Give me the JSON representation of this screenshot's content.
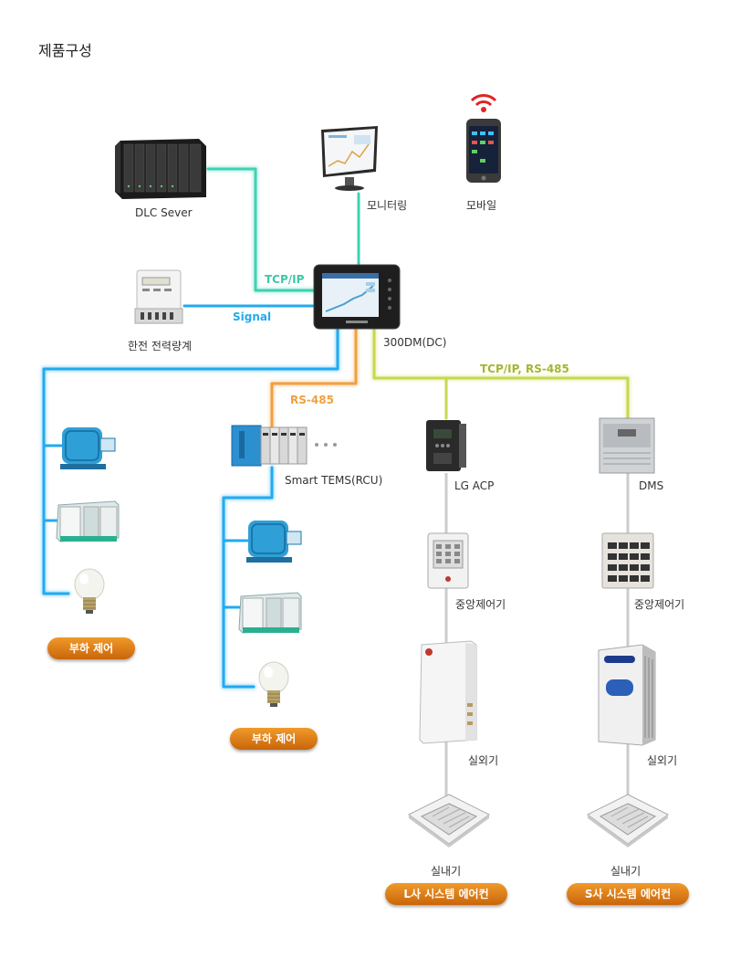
{
  "title": "제품구성",
  "nodes": {
    "dlc_server": "DLC Sever",
    "monitoring": "모니터링",
    "mobile": "모바일",
    "power_meter": "한전 전력량계",
    "controller": "300DM(DC)",
    "smart_tems": "Smart TEMS(RCU)",
    "lg_acp": "LG ACP",
    "dms": "DMS",
    "central_control_left": "중앙제어기",
    "central_control_right": "중앙제어기",
    "outdoor_left": "실외기",
    "outdoor_right": "실외기",
    "indoor_left": "실내기",
    "indoor_right": "실내기"
  },
  "connections": {
    "tcpip": "TCP/IP",
    "signal": "Signal",
    "rs485": "RS-485",
    "tcpip_rs485": "TCP/IP, RS-485"
  },
  "badges": {
    "load_control_1": "부하 제어",
    "load_control_2": "부하 제어",
    "lg_system": "L사 시스템 에어컨",
    "s_system": "S사 시스템 에어컨"
  },
  "colors": {
    "teal_line": "#3fd2b4",
    "blue_line": "#22aaf0",
    "orange_line": "#f0a040",
    "yellow_line": "#c8d850",
    "gray_line": "#cccccc",
    "badge": "#e07c18"
  }
}
